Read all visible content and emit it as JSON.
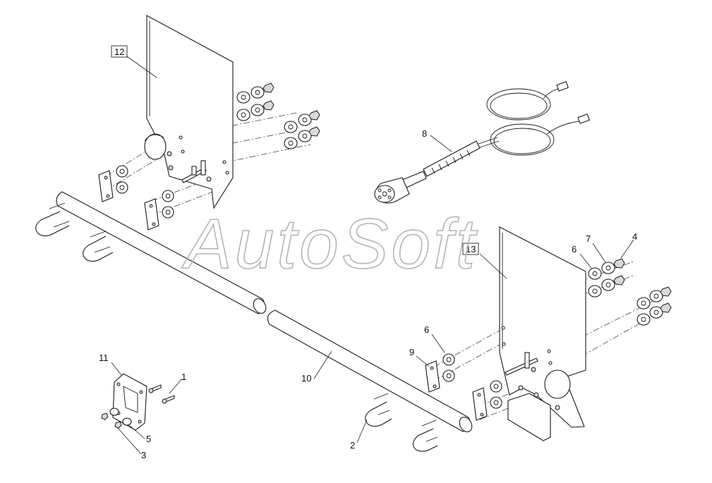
{
  "watermark": {
    "text": "AutoSoft",
    "sub": "· ···"
  },
  "callouts": {
    "c1": "1",
    "c2": "2",
    "c3": "3",
    "c4": "4",
    "c5": "5",
    "c6a": "6",
    "c6b": "6",
    "c7": "7",
    "c8": "8",
    "c9": "9",
    "c10": "10",
    "c11": "11",
    "c12": "12",
    "c13": "13"
  }
}
